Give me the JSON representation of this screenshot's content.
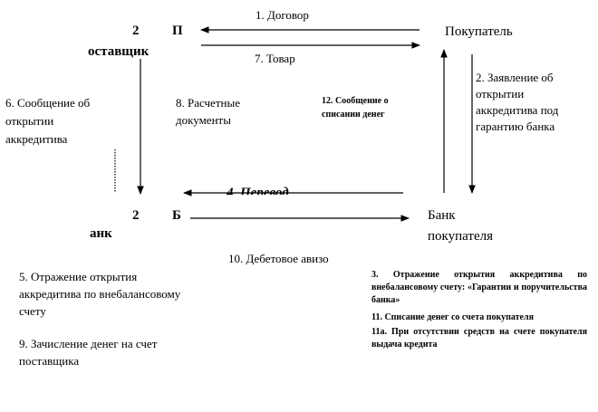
{
  "nodes": {
    "supplier_num": "2",
    "supplier_letter": "П",
    "supplier_rest": "оставщик",
    "buyer": "Покупатель",
    "supplier_bank_num": "2",
    "supplier_bank_letter": "Б",
    "supplier_bank_rest": "анк",
    "buyer_bank_line1": "Банк",
    "buyer_bank_line2": "покупателя"
  },
  "flows": {
    "f1": "1. Договор",
    "f7": "7. Товар",
    "f2": "2. Заявление об открытии аккредитива под гарантию банка",
    "f6": "6. Сообщение об открытии аккредитива",
    "f8": "8. Расчетные документы",
    "f12": "12. Сообщение о списании денег",
    "f4": "4. Перевод",
    "f10": "10. Дебетовое авизо"
  },
  "notes": {
    "n5": "5. Отражение открытия аккредитива по внебалансовому счету",
    "n9": "9. Зачисление денег на счет поставщика",
    "n3": "3. Отражение открытия аккредитива по внебалансовому счету: «Гарантии и поручительства банка»",
    "n11": "11. Списание денег со счета покупателя",
    "n11a": "11а. При отсутствии средств на счете покупателя выдача кредита"
  }
}
